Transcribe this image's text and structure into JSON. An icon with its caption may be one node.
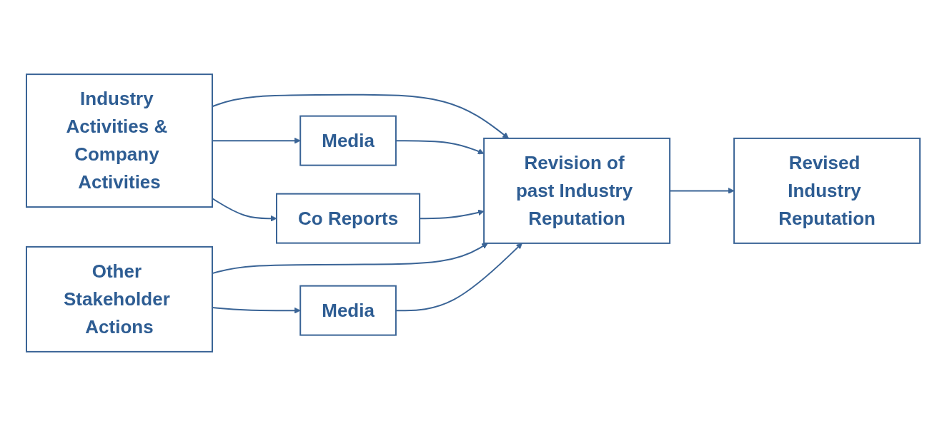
{
  "diagram": {
    "nodes": [
      {
        "text": [
          "Industry Activities & Company Activities"
        ]
      },
      {
        "text": [
          "Media"
        ]
      },
      {
        "text": [
          "Co Reports"
        ]
      },
      {
        "text": [
          "Revision of past Industry Reputation"
        ]
      },
      {
        "text": [
          "Revised Industry Reputation"
        ]
      },
      {
        "text": [
          "Other Stakeholder Actions"
        ]
      },
      {
        "text": [
          "Media"
        ]
      }
    ],
    "edges": [
      {
        "from": 0,
        "to": 3,
        "arrow": "to"
      },
      {
        "from": 0,
        "to": 1,
        "arrow": "to"
      },
      {
        "from": 0,
        "to": 2,
        "arrow": "to"
      },
      {
        "from": 1,
        "to": 3,
        "arrow": "to"
      },
      {
        "from": 2,
        "to": 3,
        "arrow": "to"
      },
      {
        "from": 3,
        "to": 4,
        "arrow": "to"
      },
      {
        "from": 5,
        "to": 3,
        "arrow": "to"
      },
      {
        "from": 5,
        "to": 6,
        "arrow": "to"
      },
      {
        "from": 6,
        "to": 3,
        "arrow": "to"
      }
    ]
  }
}
